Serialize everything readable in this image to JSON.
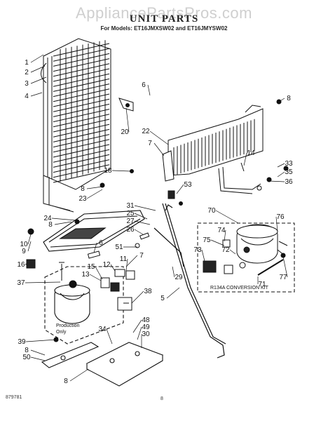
{
  "watermark": "AppliancePartsPros.com",
  "title": "UNIT PARTS",
  "subtitle": "For Models: ET16JMXSW02 and ET16JMYSW02",
  "footer": {
    "doc_number": "879781",
    "page": "8"
  },
  "notes": {
    "production_only": [
      "Production",
      "Only"
    ],
    "conversion_kit": "R134A CONVERSION KIT"
  },
  "callouts": [
    "1",
    "2",
    "3",
    "4",
    "20",
    "6",
    "8",
    "22",
    "7",
    "14",
    "18",
    "33",
    "35",
    "8",
    "36",
    "53",
    "23",
    "31",
    "25",
    "27",
    "26",
    "24",
    "8",
    "70",
    "76",
    "10",
    "9",
    "16",
    "6",
    "51",
    "74",
    "75",
    "72",
    "73",
    "37",
    "29",
    "7",
    "15",
    "12",
    "11",
    "13",
    "38",
    "5",
    "71",
    "77",
    "48",
    "49",
    "30",
    "34",
    "39",
    "8",
    "50",
    "8"
  ]
}
